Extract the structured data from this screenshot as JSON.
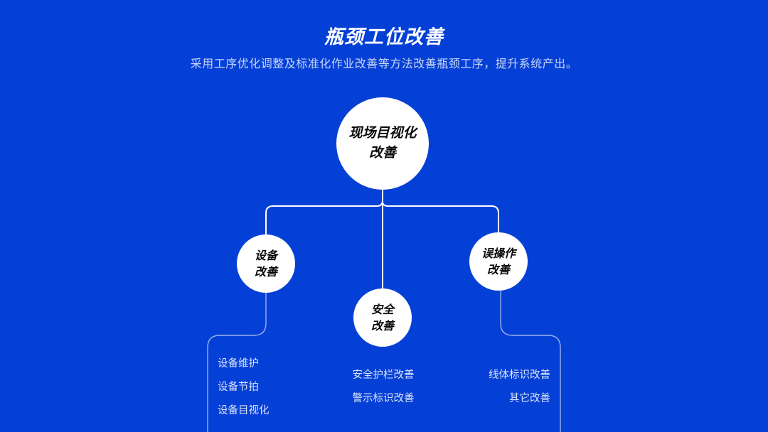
{
  "header": {
    "title": "瓶颈工位改善",
    "subtitle": "采用工序优化调整及标准化作业改善等方法改善瓶颈工序，提升系统产出。"
  },
  "diagram": {
    "root": {
      "line1": "现场目视化",
      "line2": "改善"
    },
    "children": [
      {
        "line1": "设备",
        "line2": "改善",
        "items": [
          "设备维护",
          "设备节拍",
          "设备目视化"
        ]
      },
      {
        "line1": "安全",
        "line2": "改善",
        "items": [
          "安全护栏改善",
          "警示标识改善"
        ]
      },
      {
        "line1": "误操作",
        "line2": "改善",
        "items": [
          "线体标识改善",
          "其它改善"
        ]
      }
    ]
  },
  "colors": {
    "background": "#0540D6",
    "node_fill": "#FFFFFF",
    "connector": "#FFFFFF"
  }
}
